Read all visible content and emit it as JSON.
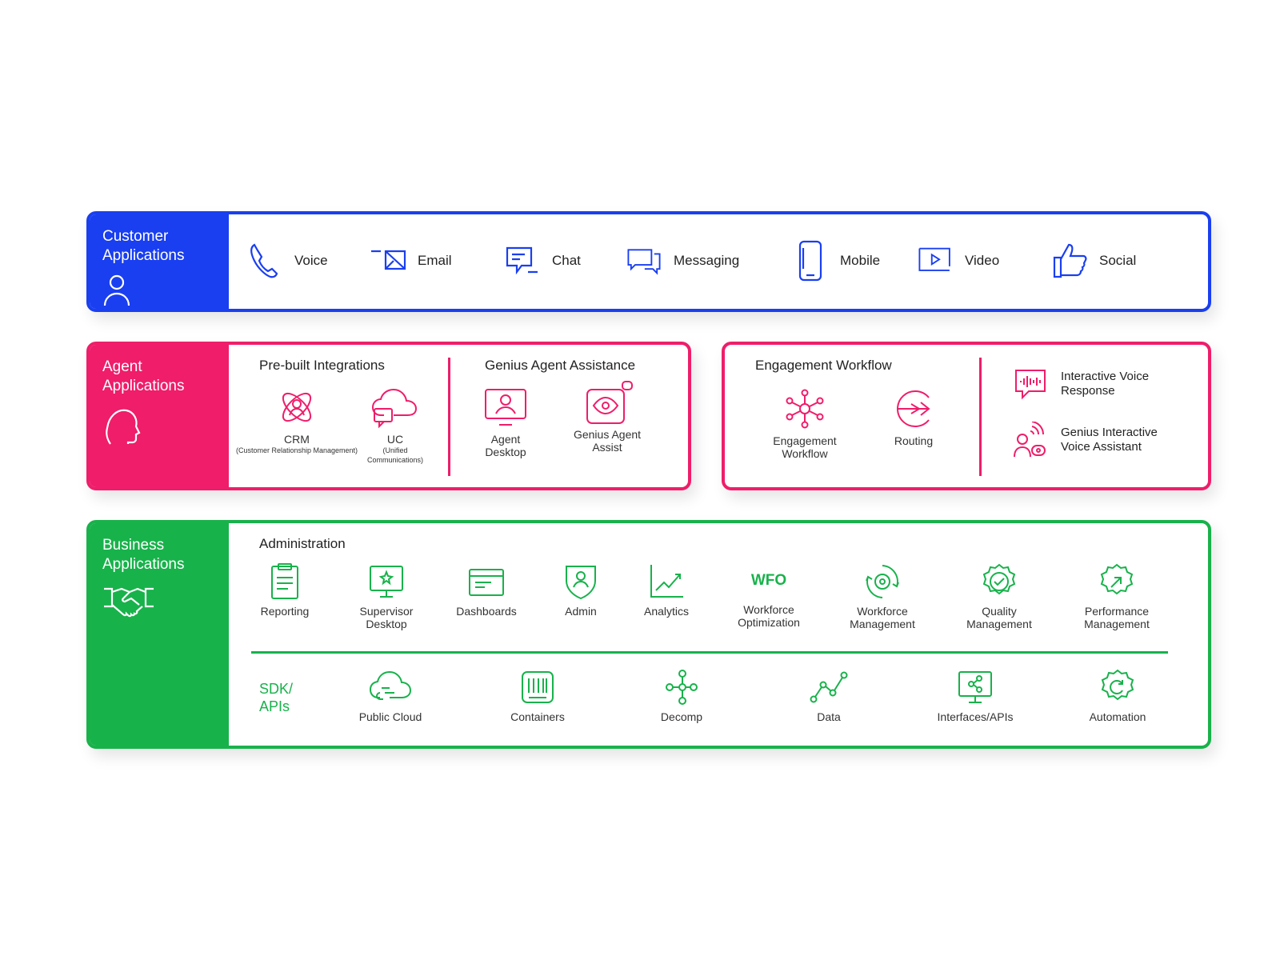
{
  "colors": {
    "customer": "#1a3ff0",
    "agent": "#ef1d6a",
    "business": "#18b24b"
  },
  "customer": {
    "title": "Customer Applications",
    "icon": "person-icon",
    "channels": [
      {
        "label": "Voice",
        "icon": "phone-icon"
      },
      {
        "label": "Email",
        "icon": "envelope-icon"
      },
      {
        "label": "Chat",
        "icon": "chat-icon"
      },
      {
        "label": "Messaging",
        "icon": "messaging-icon"
      },
      {
        "label": "Mobile",
        "icon": "mobile-icon"
      },
      {
        "label": "Video",
        "icon": "video-icon"
      },
      {
        "label": "Social",
        "icon": "thumbs-up-icon"
      }
    ]
  },
  "agent": {
    "title": "Agent Applications",
    "icon": "head-icon",
    "prebuilt": {
      "title": "Pre-built Integrations",
      "items": [
        {
          "label": "CRM",
          "sub": "(Customer Relationship Management)",
          "icon": "crm-icon"
        },
        {
          "label": "UC",
          "sub": "(Unified Communications)",
          "icon": "cloud-chat-icon"
        }
      ]
    },
    "genius": {
      "title": "Genius Agent Assistance",
      "items": [
        {
          "label": "Agent Desktop",
          "icon": "agent-desktop-icon"
        },
        {
          "label": "Genius Agent Assist",
          "icon": "eye-icon"
        }
      ]
    }
  },
  "engagement": {
    "title": "Engagement Workflow",
    "items": [
      {
        "label": "Engagement Workflow",
        "icon": "network-icon"
      },
      {
        "label": "Routing",
        "icon": "routing-icon"
      }
    ],
    "voice": [
      {
        "label": "Interactive Voice Response",
        "icon": "voice-wave-icon"
      },
      {
        "label": "Genius Interactive Voice Assistant",
        "icon": "voice-assistant-icon"
      }
    ]
  },
  "business": {
    "title": "Business Applications",
    "icon": "handshake-icon",
    "admin_title": "Administration",
    "admin": [
      {
        "label": "Reporting",
        "icon": "clipboard-icon"
      },
      {
        "label": "Supervisor Desktop",
        "icon": "supervisor-icon"
      },
      {
        "label": "Dashboards",
        "icon": "dashboard-icon"
      },
      {
        "label": "Admin",
        "icon": "shield-user-icon"
      },
      {
        "label": "Analytics",
        "icon": "line-chart-icon"
      },
      {
        "label": "Workforce Optimization",
        "icon": "wfo-icon",
        "badge": "WFO"
      },
      {
        "label": "Workforce Management",
        "icon": "gear-cycle-icon"
      },
      {
        "label": "Quality Management",
        "icon": "check-badge-icon"
      },
      {
        "label": "Performance Management",
        "icon": "performance-gear-icon"
      }
    ],
    "sdk_title": "SDK/ APIs",
    "sdk": [
      {
        "label": "Public Cloud",
        "icon": "cloud-icon"
      },
      {
        "label": "Containers",
        "icon": "container-icon"
      },
      {
        "label": "Decomp",
        "icon": "decomp-icon"
      },
      {
        "label": "Data",
        "icon": "data-nodes-icon"
      },
      {
        "label": "Interfaces/APIs",
        "icon": "share-screen-icon"
      },
      {
        "label": "Automation",
        "icon": "automation-gear-icon"
      }
    ]
  }
}
